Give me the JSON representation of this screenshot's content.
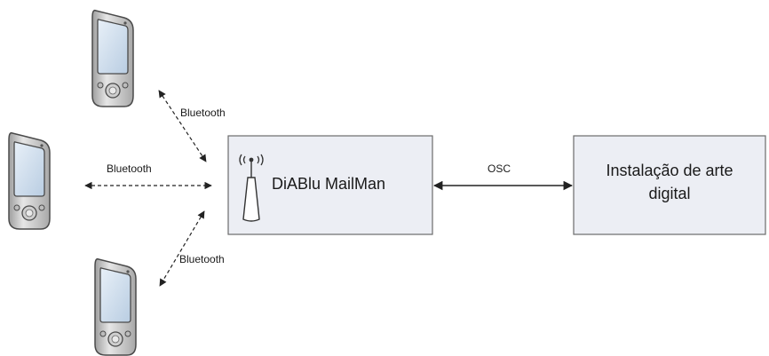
{
  "diagram": {
    "nodes": {
      "mailman": {
        "label": "DiABlu MailMan"
      },
      "installation": {
        "label_line1": "Instalação de arte",
        "label_line2": "digital"
      }
    },
    "edges": {
      "bluetooth_top": {
        "label": "Bluetooth"
      },
      "bluetooth_middle": {
        "label": "Bluetooth"
      },
      "bluetooth_bottom": {
        "label": "Bluetooth"
      },
      "osc": {
        "label": "OSC"
      }
    },
    "devices": [
      "pda-device",
      "pda-device",
      "pda-device"
    ],
    "colors": {
      "box_fill": "#eceef4",
      "box_stroke": "#6b6b6b",
      "device_body": "#d9d9d9",
      "device_screen": "#c9d9ea",
      "edge": "#222222"
    }
  }
}
